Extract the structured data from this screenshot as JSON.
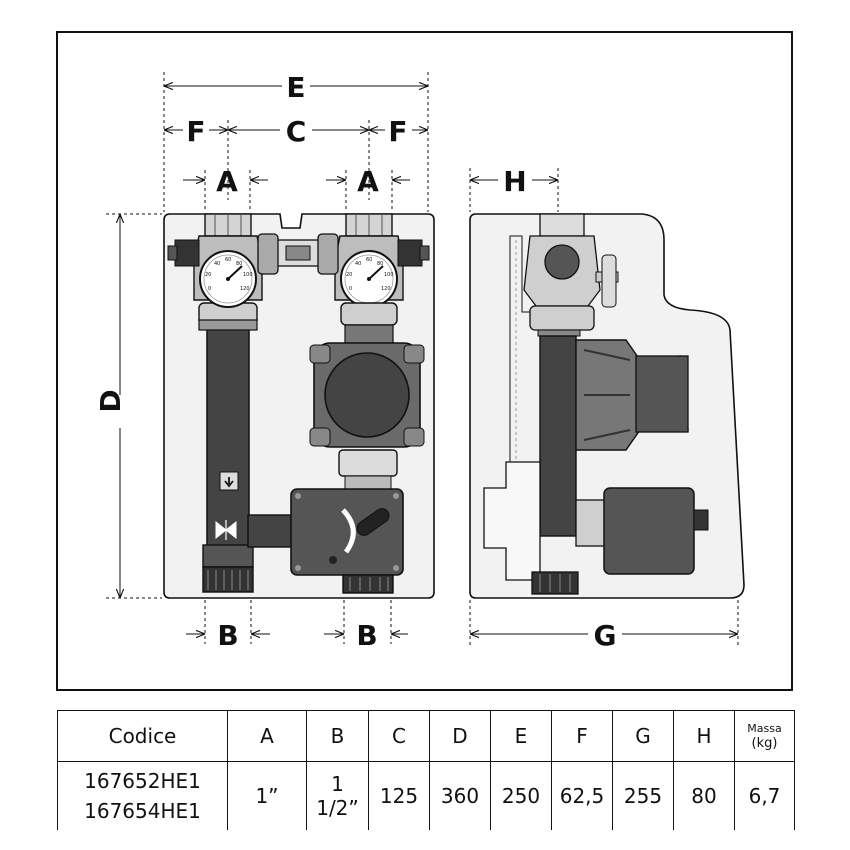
{
  "dimensions": {
    "E": "E",
    "F": "F",
    "C": "C",
    "A": "A",
    "B": "B",
    "D": "D",
    "H": "H",
    "G": "G"
  },
  "gauge_ticks": [
    "0",
    "20",
    "40",
    "60",
    "80",
    "100",
    "120"
  ],
  "icons": [
    "flow-arrow-down-icon",
    "thermostatic-valve-icon"
  ],
  "colors": {
    "frame": "#111111",
    "pipe": "#444444",
    "pump": "#666666",
    "panel": "#f2f2f2",
    "fitting": "#cccccc"
  },
  "table": {
    "headers": [
      "Codice",
      "A",
      "B",
      "C",
      "D",
      "E",
      "F",
      "G",
      "H"
    ],
    "mass_header": [
      "Massa",
      "(kg)"
    ],
    "codes": [
      "167652HE1",
      "167654HE1"
    ],
    "values": [
      "1”",
      "1 1/2”",
      "125",
      "360",
      "250",
      "62,5",
      "255",
      "80",
      "6,7"
    ]
  }
}
